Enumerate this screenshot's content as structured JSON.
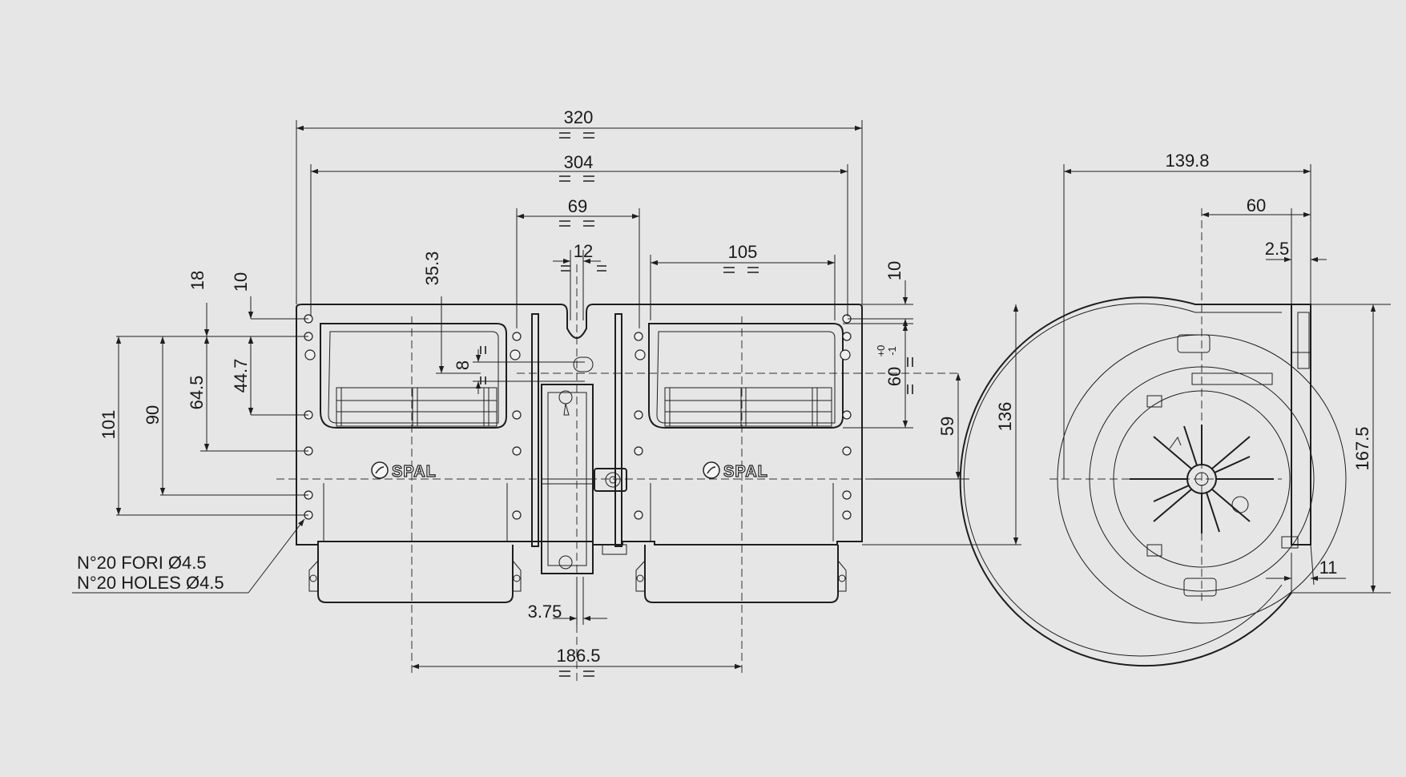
{
  "title": "",
  "brand": {
    "logo_left": "SPAL",
    "logo_right": "SPAL"
  },
  "front_view": {
    "dimensions": {
      "overall_width": "320",
      "flange_width": "304",
      "center_spacing": "69",
      "slot_width": "12",
      "outlet_width": "105",
      "outlet_spacing": "186.5",
      "rib_offset": "3.75",
      "hole_height": "35.3",
      "slot_gap": "8",
      "top_margin": "10",
      "edge_top": "18",
      "edge_side": "10",
      "hole_spacing_a": "44.7",
      "hole_spacing_b": "64.5",
      "hole_spacing_c": "90",
      "hole_spacing_d": "101",
      "outlet_height": "60",
      "outlet_tol_upper": "+0",
      "outlet_tol_lower": "-1",
      "outlet_depth": "59",
      "overall_height": "136"
    },
    "note_it": "N°20 FORI Ø4.5",
    "note_en": "N°20 HOLES Ø4.5"
  },
  "side_view": {
    "dimensions": {
      "overall_depth": "139.8",
      "flange_depth": "60",
      "flange_thickness": "2.5",
      "overall_height": "167.5",
      "bottom_offset": "11"
    }
  }
}
